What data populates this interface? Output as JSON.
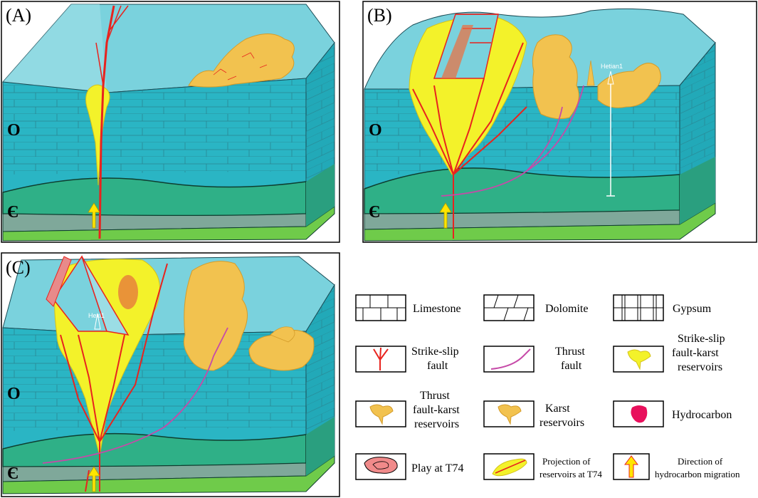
{
  "panels": {
    "a": {
      "label": "(A)"
    },
    "b": {
      "label": "(B)",
      "well": "Hetian1"
    },
    "c": {
      "label": "(C)",
      "well": "Hexi1"
    }
  },
  "strata": {
    "upper": "O",
    "lower": "Є"
  },
  "legend": {
    "limestone": [
      "Limestone"
    ],
    "dolomite": [
      "Dolomite"
    ],
    "gypsum": [
      "Gypsum"
    ],
    "strike_slip_fault": [
      "Strike-slip",
      "fault"
    ],
    "thrust_fault": [
      "Thrust",
      "fault"
    ],
    "ssf_karst": [
      "Strike-slip",
      "fault-karst",
      "reservoirs"
    ],
    "thrust_karst": [
      "Thrust",
      "fault-karst",
      "reservoirs"
    ],
    "karst": [
      "Karst",
      "reservoirs"
    ],
    "hydrocarbon": [
      "Hydrocarbon"
    ],
    "play": [
      "Play at T74"
    ],
    "projection": [
      "Projection of",
      "reservoirs at T74"
    ],
    "migration": [
      "Direction of",
      "hydrocarbon migration"
    ]
  },
  "colors": {
    "top": "#7ad2dd",
    "water": "#2ab5c4",
    "green_band": "#2fb087",
    "grey_band": "#7fa89a",
    "base_green": "#6fcb4a",
    "reservoir_yellow": "#f3f22a",
    "karst_orange": "#f2c24f",
    "fault_red": "#e8231e",
    "thrust_pink": "#c64aa8",
    "hydrocarbon": "#e8105c",
    "arrow_yellow": "#ffe600"
  }
}
